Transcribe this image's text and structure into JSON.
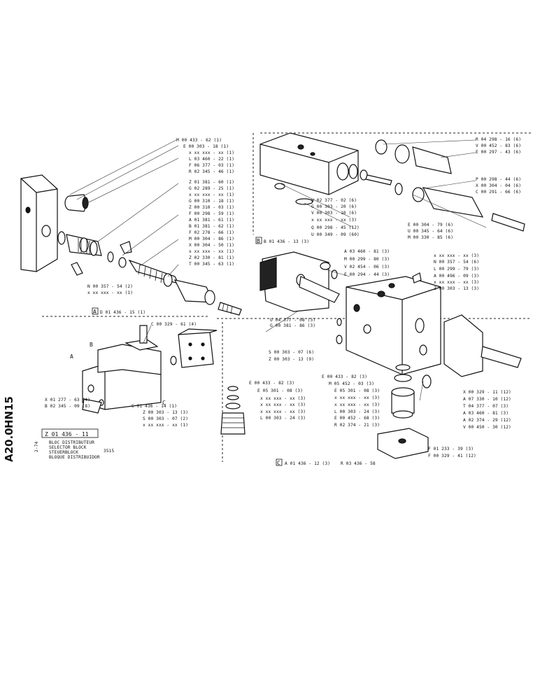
{
  "page_side_codes": {
    "left_top": "HN15",
    "left_bottom": "A20.0"
  },
  "sheet": {
    "part_number": "Z 01 436 - 11",
    "titles": [
      "BLOC DISTRIBUTEUR",
      "SELECTOR BLOCK",
      "STEUERBLOCK",
      "BLOQUE DISTRIBUIDOR"
    ],
    "date_code": "2-74",
    "model": "3515"
  },
  "section_a": {
    "ref": "A",
    "ref_number": "D 01 436 - 15 (1)",
    "labels": [
      "M 00 433 - 62 (1)",
      "E 00 303 - 18 (1)",
      "x xx xxx - xx (1)",
      "L 03 460 - 22 (1)",
      "F 06 377 - 03 (1)",
      "Z 01 381 - 60 (1)",
      "G 02 289 - 25 (1)",
      "x xx xxx - xx (1)",
      "Z 00 310 - 03 (1)",
      "F 00 298 - 59 (1)",
      "A 01 381 - 61 (1)",
      "B 01 381 - 62 (1)",
      "F 02 278 - 66 (1)",
      "M 00 304 - 86 (1)",
      "X 00 304 - 50 (1)",
      "x xx xxx - xx (1)",
      "Z 02 330 - 81 (1)",
      "T 00 345 - 63 (1)"
    ],
    "left_labels": [
      "N 00 357 - 54 (2)",
      "x xx xxx - xx (1)"
    ],
    "mid_labels": [
      "R 02 345 - 46 (1)",
      "G 00 310 - 18 (1)"
    ]
  },
  "section_b": {
    "ref": "B",
    "ref_number": "B 01 436 - 13 (3)",
    "top_labels": [
      "R 04 298 - 16 (6)",
      "V 00 452 - 83 (6)",
      "E 00 297 - 43 (6)"
    ],
    "right_labels": [
      "P 00 298 - 44 (6)",
      "X 00 304 - 04 (6)",
      "C 00 291 - 66 (6)"
    ],
    "bottom_right_labels": [
      "E 00 304 - 79 (6)",
      "U 00 345 - 64 (6)",
      "M 00 330 - 85 (6)"
    ],
    "left_labels": [
      "W 02 377 - 02 (6)",
      "G 00 303 - 20 (6)",
      "V 00 303 - 10 (6)",
      "x xx xxx - xx (3)",
      "Q 00 298 - 45 (12)",
      "U 00 349 - 09 (60)"
    ]
  },
  "overview": {
    "labels": [
      "C 00 329 - 61 (4)",
      "X 01 277 - 63 (4)",
      "B 02 345 - 09 (8)",
      "C 01 436 - 14 (1)",
      "Z 00 303 - 13 (3)",
      "S 00 303 - 07 (2)",
      "x xx xxx - xx (1)"
    ],
    "letters": [
      "A",
      "B",
      "C"
    ]
  },
  "section_c_block": {
    "top_labels": [
      "A 03 460 - 81 (3)",
      "M 00 299 - 80 (3)",
      "V 02 454 - 06 (3)",
      "E 00 294 - 44 (3)"
    ],
    "left_labels": [
      "U 04 377 - 08 (3)",
      "G 00 381 - 86 (3)",
      "S 00 303 - 07 (6)",
      "Z 00 303 - 13 (9)"
    ],
    "right_top_labels": [
      "x xx xxx - xx (3)",
      "N 00 357 - 54 (6)",
      "L 00 299 - 79 (3)",
      "A 00 496 - 09 (3)",
      "x xx xxx - xx (3)",
      "Z 00 303 - 13 (3)"
    ],
    "right_bottom_labels": [
      "X 00 329 - 11 (12)",
      "A 07 330 - 10 (12)",
      "T 04 377 - 07 (3)",
      "A 03 460 - 81 (3)",
      "A 02 374 - 29 (12)",
      "V 00 450 - 30 (12)"
    ]
  },
  "section_c_valve": {
    "ref": "C",
    "ref_number_a": "A 01 436 - 12 (3)",
    "ref_number_b": "R 03 436 - 58",
    "left_labels": [
      "E 00 433 - 82 (3)",
      "E 05 301 - 08 (3)",
      "x xx xxx - xx (3)",
      "x xx xxx - xx (3)",
      "x xx xxx - xx (3)",
      "L 00 303 - 24 (3)"
    ],
    "right_labels": [
      "E 00 433 - 82 (3)",
      "M 05 452 - 03 (3)",
      "E 05 301 - 08 (3)",
      "x xx xxx - xx (3)",
      "x xx xxx - xx (3)",
      "L 00 303 - 24 (3)",
      "E 00 452 - 68 (3)",
      "R 02 374 - 21 (3)"
    ],
    "base_labels": [
      "F 01 233 - 39 (3)",
      "F 00 329 - 41 (12)"
    ]
  }
}
